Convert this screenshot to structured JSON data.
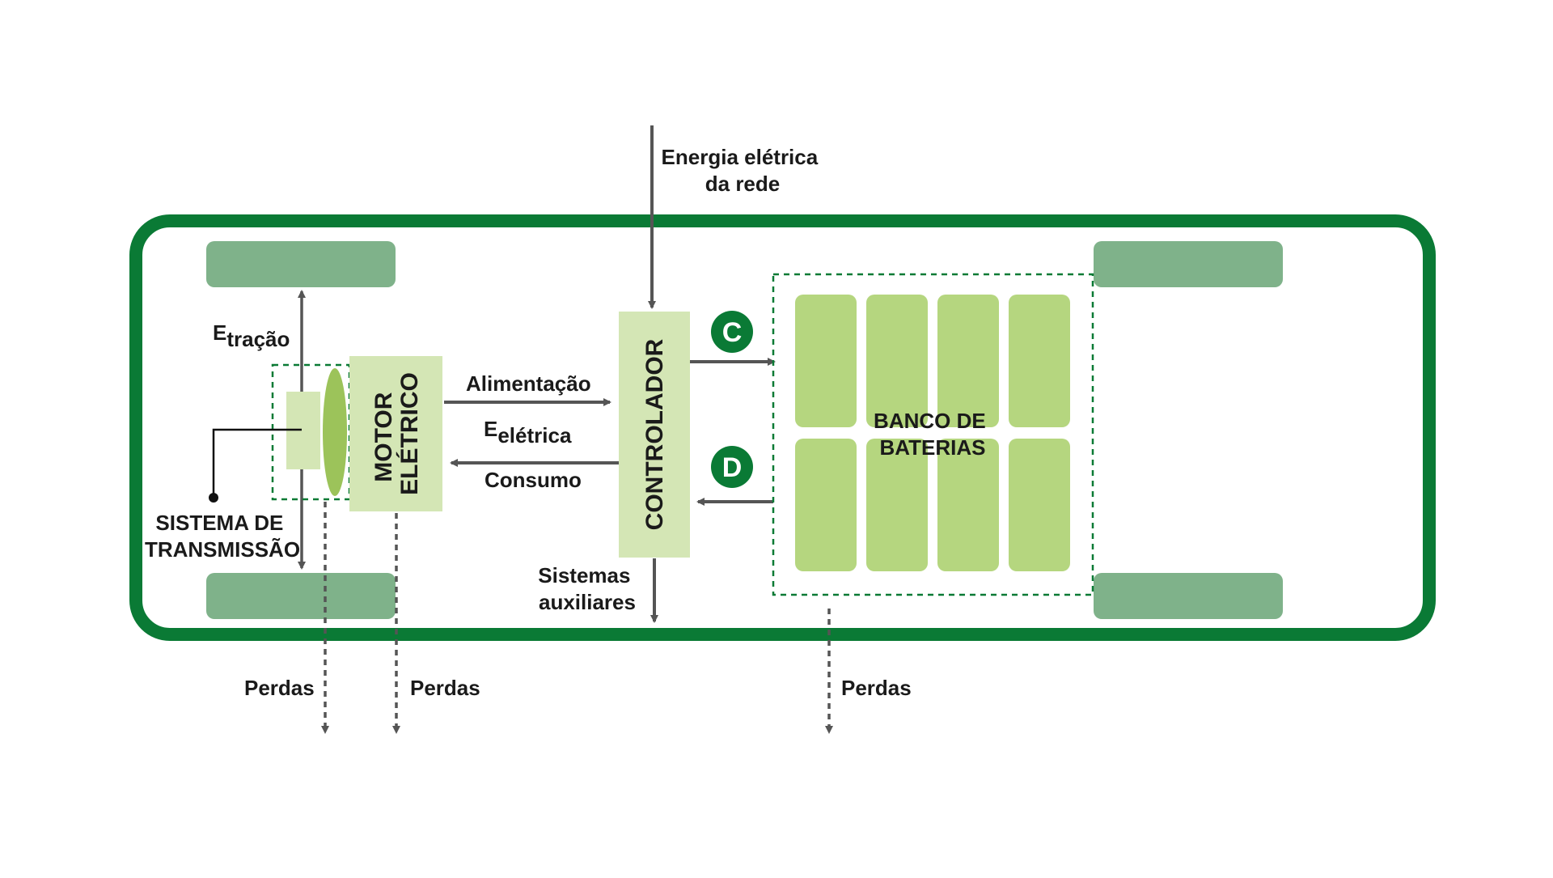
{
  "diagram": {
    "grid_input": [
      "Energia elétrica",
      "da rede"
    ],
    "traction": {
      "main": "E",
      "sub": "tração"
    },
    "transmission": [
      "SISTEMA DE",
      "TRANSMISSÃO"
    ],
    "motor": [
      "MOTOR",
      "ELÉTRICO"
    ],
    "supply_label": "Alimentação",
    "electric_energy": {
      "main": "E",
      "sub": "elétrica"
    },
    "consumption_label": "Consumo",
    "controller": "CONTROLADOR",
    "auxiliary": [
      "Sistemas",
      "auxiliares"
    ],
    "battery_bank": [
      "BANCO DE",
      "BATERIAS"
    ],
    "charge_badge": "C",
    "discharge_badge": "D",
    "losses": [
      "Perdas",
      "Perdas",
      "Perdas"
    ]
  },
  "colors": {
    "frame": "#0a7a35",
    "wheel": "#7fb28a",
    "light_box": "#d4e6b5",
    "battery_cell": "#b5d67f",
    "lens": "#9cc35a",
    "arrow": "#555555",
    "badge": "#0a7a35"
  }
}
